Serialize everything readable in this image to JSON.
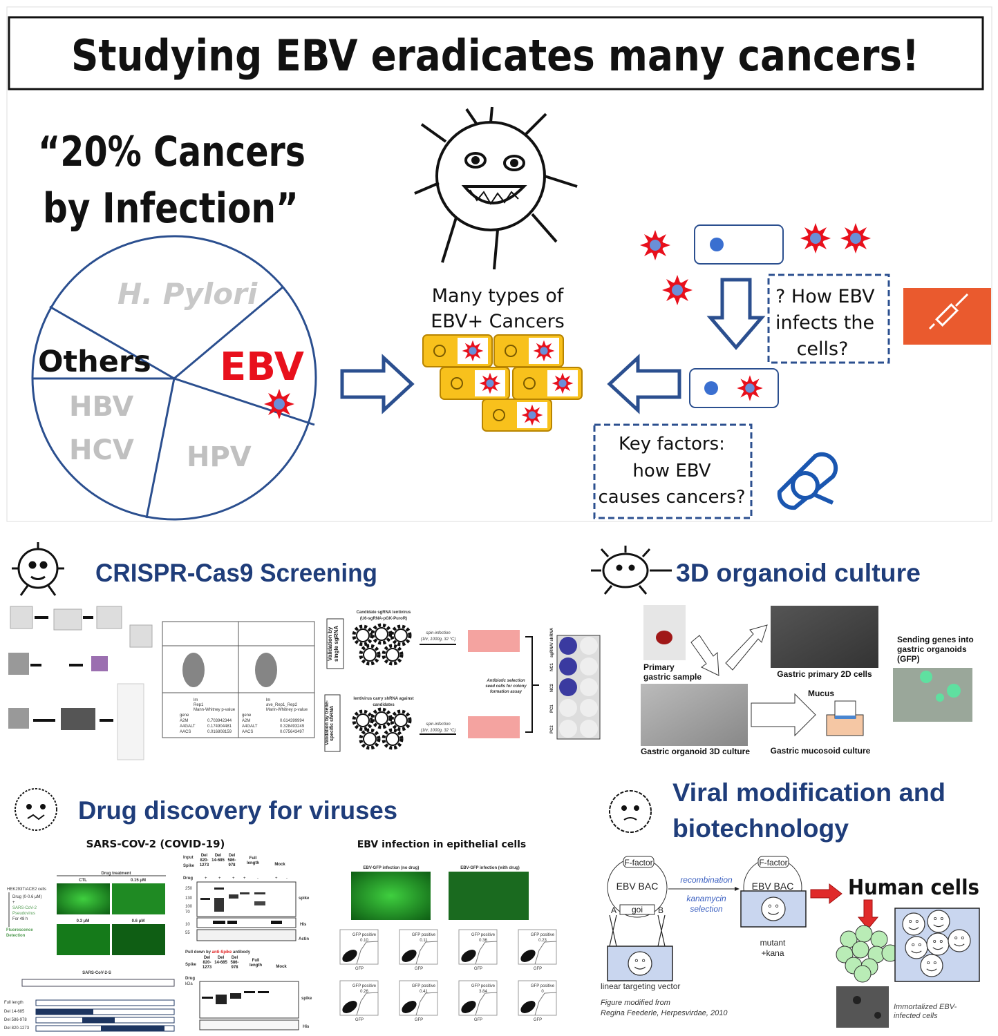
{
  "title": "Studying EBV eradicates many cancers!",
  "top": {
    "quote_line1": "“20% Cancers",
    "quote_line2": "by Infection”",
    "pie_labels": {
      "h_pylori": "H. Pylori",
      "others": "Others",
      "ebv": "EBV",
      "hbv": "HBV",
      "hcv": "HCV",
      "hpv": "HPV"
    },
    "many_types": [
      "Many types of",
      "EBV+ Cancers"
    ],
    "how_question": [
      "? How EBV",
      "infects the",
      "cells?"
    ],
    "key_factors": [
      "Key factors:",
      "how EBV",
      "causes cancers?"
    ],
    "colors": {
      "ebv_red": "#e8101c",
      "cell_yellow": "#f8c11c",
      "arrow_blue": "#2b4f8f",
      "accent_orange": "#ea5a2e"
    }
  },
  "crispr": {
    "title": "CRISPR-Cas9 Screening",
    "validation_sgrna": "Validation by single sgRNA",
    "validation_shrna": "Validation by Gene-specific shRNA",
    "candidate_sgrna": [
      "Candidate sgRNA lentivirus",
      "(U6-sgRNA-pGK-PuroR)"
    ],
    "lentivirus_shrna": [
      "lentivirus carry shRNA against",
      "candidates"
    ],
    "spin_infection": [
      "spin-infection",
      "(1hr, 1000g, 32 °C)"
    ],
    "antibiotic": [
      "Antibiotic selection",
      "seed cells for colony",
      "formation assay"
    ],
    "plate_rows": [
      "sgRNA/ shRNA",
      "NC1",
      "NC2",
      "PC1",
      "PC2"
    ],
    "table_rows": [
      {
        "gene": "A2M",
        "v1": "0.703942344",
        "v2": "0.614399994"
      },
      {
        "gene": "A4GALT",
        "v1": "0.174904481",
        "v2": "0.328493249"
      },
      {
        "gene": "AACS",
        "v1": "0.016808159",
        "v2": "0.075643497"
      }
    ],
    "table_headers": {
      "left": [
        "lm",
        "Rep1",
        "Mann-Whitney p-value"
      ],
      "right": [
        "lm",
        "ave_Rep1_Rep2",
        "Mann-Whitney p-value"
      ],
      "gene": "gene"
    }
  },
  "organoid": {
    "title": "3D organoid culture",
    "primary": [
      "Primary",
      "gastric sample"
    ],
    "primary_2d": "Gastric primary 2D cells",
    "organoid_3d": "Gastric organoid 3D culture",
    "mucus": "Mucus",
    "mucosoid": "Gastric mucosoid culture",
    "sending_genes": [
      "Sending genes into",
      "gastric organoids",
      "(GFP)"
    ]
  },
  "drug": {
    "title": "Drug discovery for viruses",
    "sars_title": "SARS-COV-2 (COVID-19)",
    "drug_treatment": "Drug treatment",
    "doses": [
      "CTL",
      "0.15 μM",
      "0.3 μM",
      "0.6 μM"
    ],
    "protocol": [
      "HEK293T/ACE2 cells",
      "Drug (0-0.6 μM)",
      "+",
      "SARS-CoV-2",
      "Pseudovirus",
      "For 48 h",
      "Fluorescence",
      "Detection"
    ],
    "spike_s_title": "SARS-CoV-2-S",
    "constructs": [
      "Full length",
      "Del 14-685",
      "Del 586-978",
      "Del 820-1273"
    ],
    "blot_columns": [
      "Del 820-1273",
      "Del 14-685",
      "Del 586-978",
      "Full length",
      "Mock"
    ],
    "blot_labels": {
      "input": "Input",
      "spike": "Spike",
      "drug": "Drug",
      "kda": "kDa",
      "band_spike": "spike",
      "band_his": "His",
      "band_actin": "Actin"
    },
    "mw_markers": [
      "250",
      "130",
      "100",
      "70",
      "10",
      "55"
    ],
    "pulldown": {
      "prefix": "Pull down by ",
      "highlight": "anti-Spike",
      "suffix": " antibody"
    },
    "drug_signs": [
      "+",
      "+",
      "+",
      "+",
      "-",
      "+",
      "-"
    ],
    "ebv_title": "EBV infection in epithelial cells",
    "gfp_no_drug": "EBV-GFP infection (no drug)",
    "gfp_with_drug": "EBV-GFP infection (with drug)",
    "gfp_positive_label": "GFP positive",
    "gfp_axis": "GFP",
    "gfp_values": [
      "0.10",
      "0.11",
      "0.36",
      "0.23",
      "0.26",
      "0.41",
      "3.84",
      "0"
    ]
  },
  "viral": {
    "title_line1": "Viral modification and",
    "title_line2": "biotechnology",
    "f_factor": "F-factor",
    "ebv_bac": "EBV BAC",
    "goi": "goi",
    "a": "A",
    "b": "B",
    "recombination": "recombination",
    "kanamycin": [
      "kanamycin",
      "selection"
    ],
    "mutant": [
      "mutant",
      "+kana"
    ],
    "linear_vector": "linear targeting vector",
    "citation": [
      "Figure modified from",
      "Regina Feederle, Herpesvirdae, 2010"
    ],
    "human_cells": "Human cells",
    "immortalized": [
      "Immortalized EBV-",
      "infected cells"
    ]
  }
}
